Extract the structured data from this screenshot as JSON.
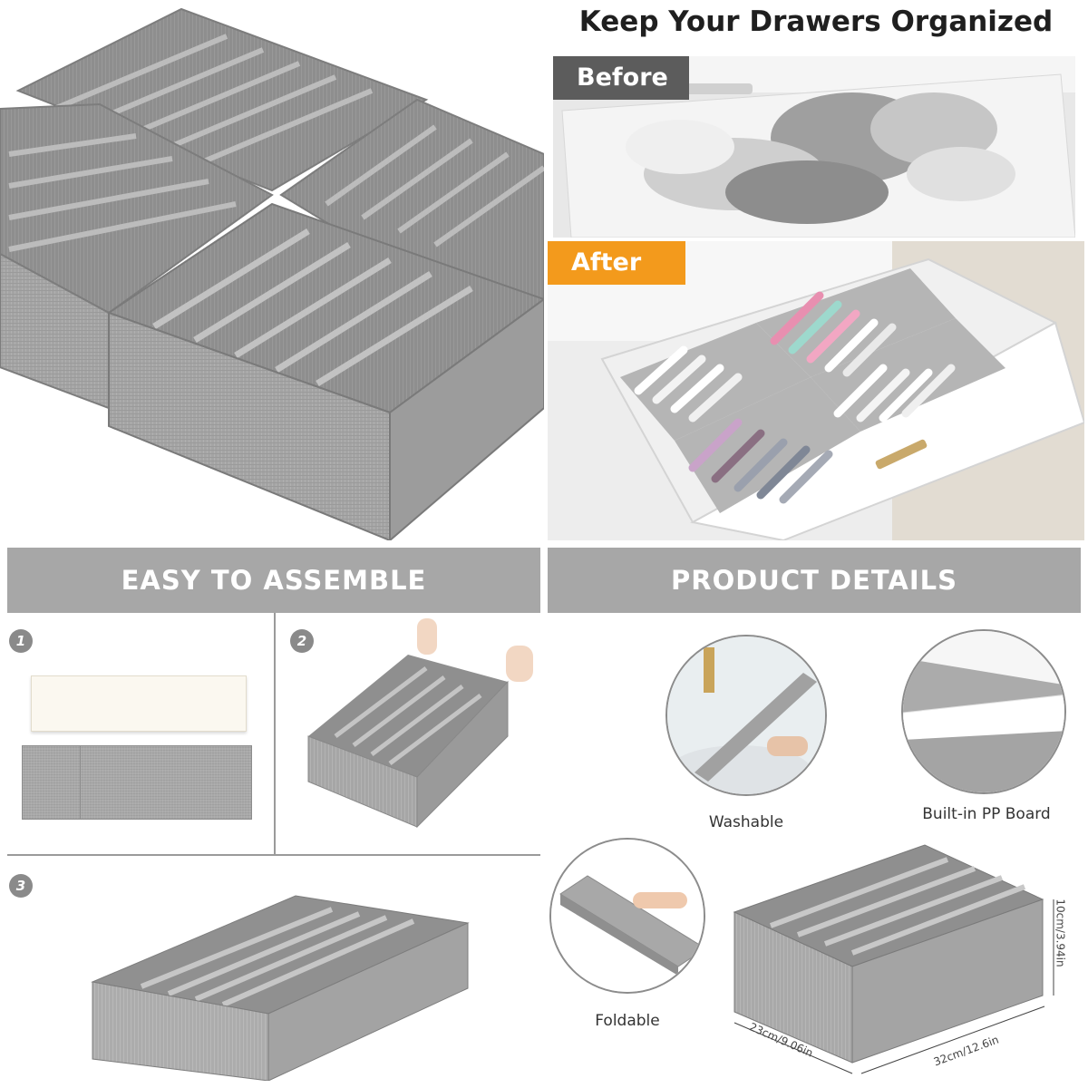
{
  "header": {
    "title": "Keep Your Drawers Organized"
  },
  "before_after": {
    "before_label": "Before",
    "after_label": "After"
  },
  "assemble": {
    "banner": "EASY TO ASSEMBLE",
    "steps": [
      "1",
      "2",
      "3"
    ]
  },
  "details": {
    "banner": "PRODUCT DETAILS",
    "features": [
      "Washable",
      "Built-in PP Board",
      "Foldable"
    ],
    "dimensions": {
      "height": "10cm/3.94in",
      "width": "23cm/9.06in",
      "length": "32cm/12.6in"
    }
  },
  "colors": {
    "banner_gray": "#a7a7a7",
    "before_tag": "#5c5c5c",
    "after_tag": "#f39a1c",
    "fabric": "#a9a9a9"
  }
}
